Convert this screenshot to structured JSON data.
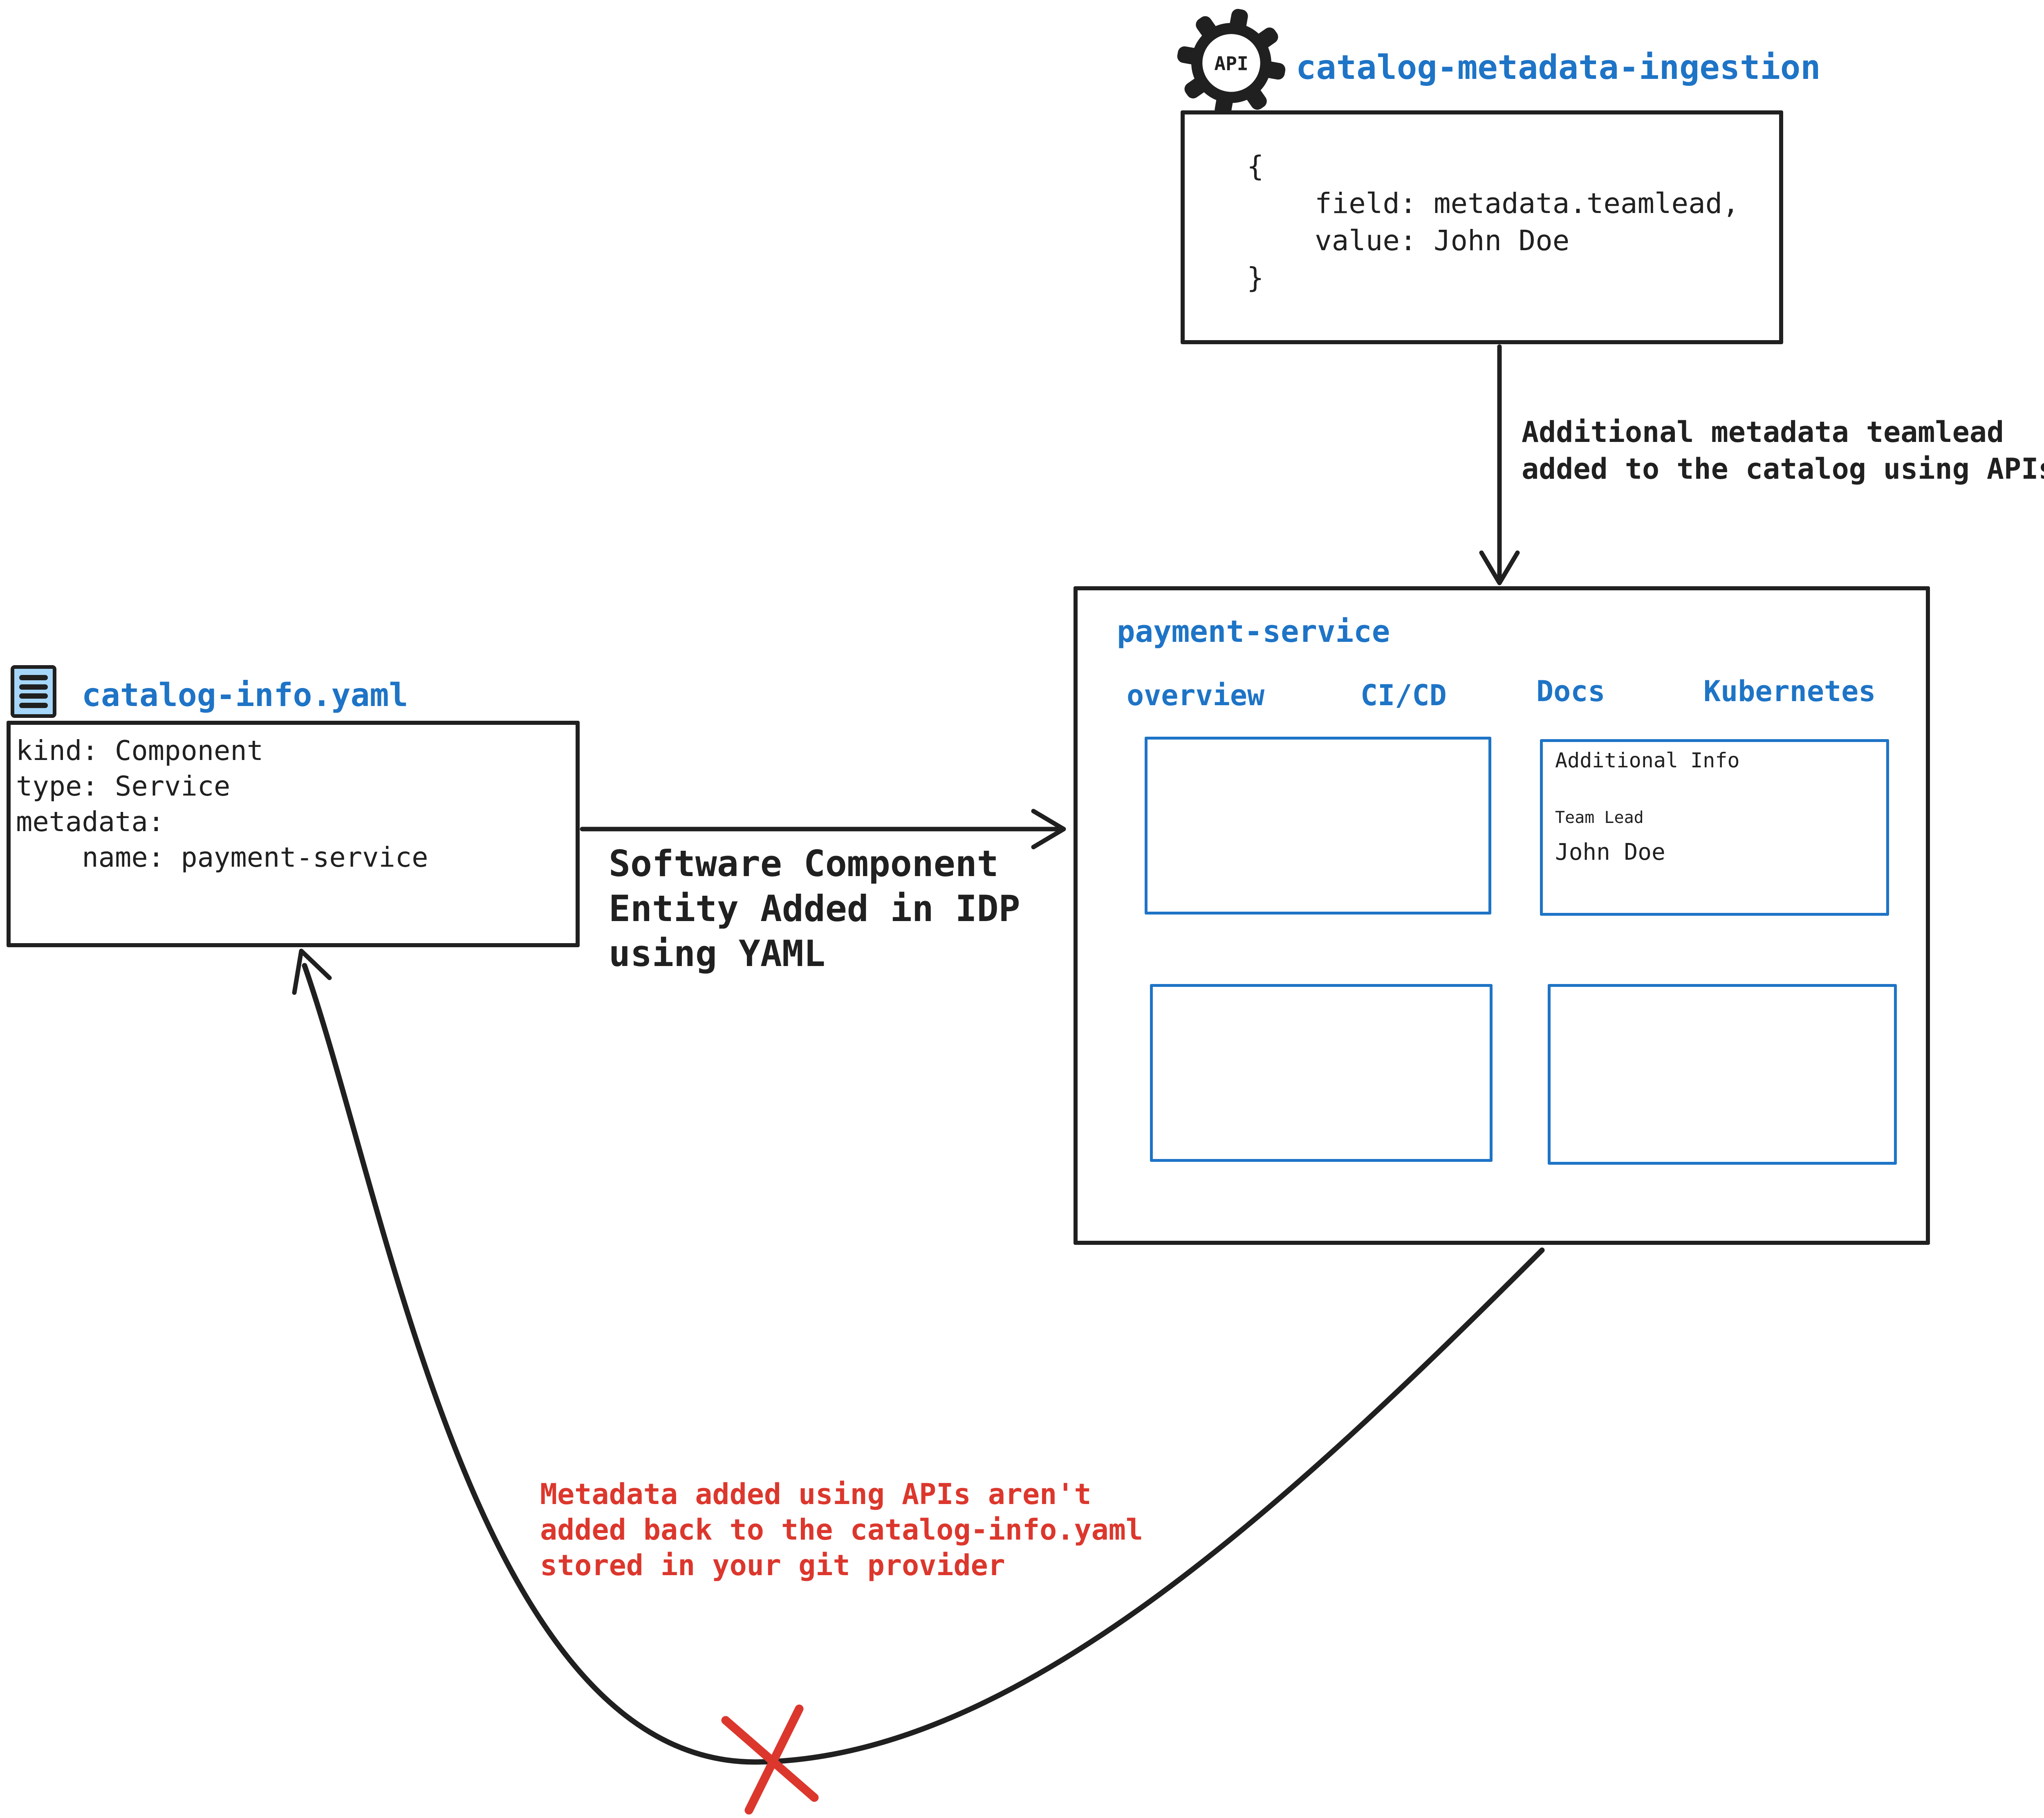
{
  "colors": {
    "accent_blue": "#1e74c6",
    "ink_black": "#202020",
    "warning_red": "#dc372d",
    "file_icon_fill": "#a6d7fb"
  },
  "ingestion": {
    "gear_icon_label": "API",
    "title": "catalog-metadata-ingestion",
    "code": "{\n    field: metadata.teamlead,\n    value: John Doe\n}"
  },
  "api_arrow": {
    "caption": "Additional metadata teamlead\nadded to the catalog using APIs"
  },
  "payment_service": {
    "title": "payment-service",
    "tabs": [
      {
        "label": "overview"
      },
      {
        "label": "CI/CD"
      },
      {
        "label": "Docs"
      },
      {
        "label": "Kubernetes"
      }
    ],
    "additional_info": {
      "heading": "Additional Info",
      "field_label": "Team Lead",
      "field_value": "John Doe"
    }
  },
  "yaml_arrow": {
    "caption": "Software Component\nEntity Added in IDP\nusing YAML"
  },
  "catalog_info": {
    "filename": "catalog-info.yaml",
    "code": "kind: Component\ntype: Service\nmetadata:\n    name: payment-service"
  },
  "feedback_note": {
    "text": "Metadata added using APIs aren't\nadded back to the catalog-info.yaml\nstored in your git provider"
  }
}
